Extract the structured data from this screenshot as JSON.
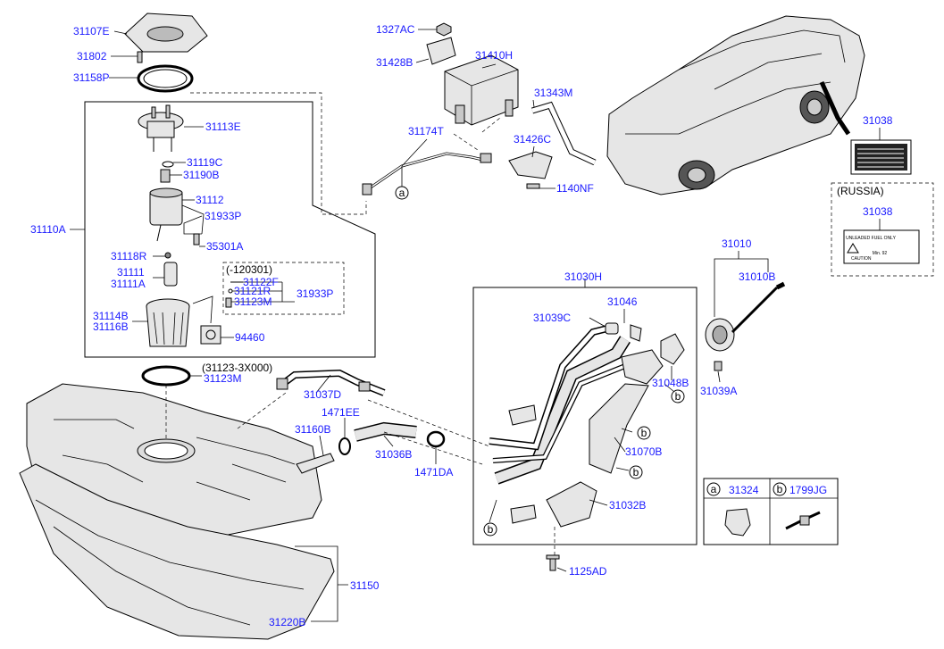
{
  "labels": {
    "p31107E": "31107E",
    "p31802": "31802",
    "p31158P": "31158P",
    "p31113E": "31113E",
    "p31119C": "31119C",
    "p31190B": "31190B",
    "p31112": "31112",
    "p31933P_a": "31933P",
    "p35301A": "35301A",
    "p31110A": "31110A",
    "p31118R": "31118R",
    "p31111": "31111",
    "p31111A": "31111A",
    "p120301": "(-120301)",
    "p31122F": "31122F",
    "p31121R": "31121R",
    "p31123M_a": "31123M",
    "p31933P_b": "31933P",
    "p31114B": "31114B",
    "p31116B": "31116B",
    "p94460": "94460",
    "p1327AC": "1327AC",
    "p31428B": "31428B",
    "p31410H": "31410H",
    "p31343M": "31343M",
    "p31174T": "31174T",
    "p31426C": "31426C",
    "p1140NF": "1140NF",
    "p31038_a": "31038",
    "russia": "(RUSSIA)",
    "p31038_b": "31038",
    "p31010": "31010",
    "p31010B": "31010B",
    "p31030H": "31030H",
    "p31046": "31046",
    "p31039C": "31039C",
    "p31048B": "31048B",
    "p31039A": "31039A",
    "p31070B": "31070B",
    "p31032B": "31032B",
    "p1125AD": "1125AD",
    "p31123_3X000": "(31123-3X000)",
    "p31123M_b": "31123M",
    "p31037D": "31037D",
    "p1471EE": "1471EE",
    "p31160B": "31160B",
    "p31036B": "31036B",
    "p1471DA": "1471DA",
    "p31150": "31150",
    "p31220B": "31220B",
    "legend_a_code": "31324",
    "legend_b_code": "1799JG",
    "marker_a": "a",
    "marker_b": "b"
  },
  "fuel_label": {
    "caution": "CAUTION",
    "unleaded": "UNLEADED FUEL ONLY",
    "octane": "Min. 92"
  }
}
